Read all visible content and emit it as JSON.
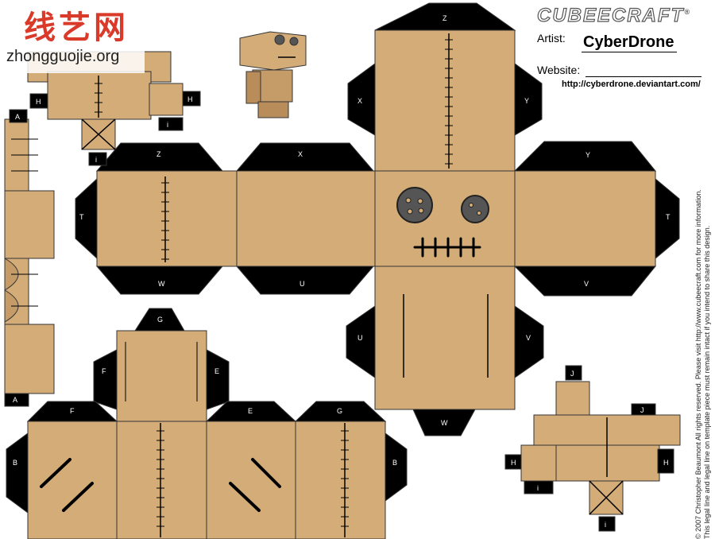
{
  "watermark": {
    "chinese_title": "线艺网",
    "url": "zhongguojie.org"
  },
  "brand": {
    "name": "CUBEECRAFT",
    "trademark": "®"
  },
  "credits": {
    "artist_label": "Artist:",
    "artist_name": "CyberDrone",
    "website_label": "Website:",
    "website_url": "http://cyberdrone.deviantart.com/"
  },
  "legal": {
    "line1": "© 2007 Christopher Beaumont All rights reserved. Please visit http://www.cubeecraft.com for more information.",
    "line2": "This legal line and legal line on template piece must remain intact if you intend to share this design."
  },
  "tab_letters": {
    "head": [
      "Z",
      "X",
      "Y",
      "T",
      "T",
      "W",
      "U",
      "V",
      "X",
      "Y",
      "U",
      "V",
      "W"
    ],
    "body": [
      "G",
      "F",
      "E",
      "F",
      "E",
      "G",
      "B",
      "B"
    ],
    "legs": [
      "H",
      "H",
      "i",
      "i",
      "A",
      "A"
    ],
    "arm": [
      "J",
      "J",
      "H",
      "H",
      "i",
      "i"
    ]
  },
  "colors": {
    "cardboard": "#d4ac78",
    "tab": "#000000",
    "outline": "#333333",
    "button": "#555555"
  }
}
